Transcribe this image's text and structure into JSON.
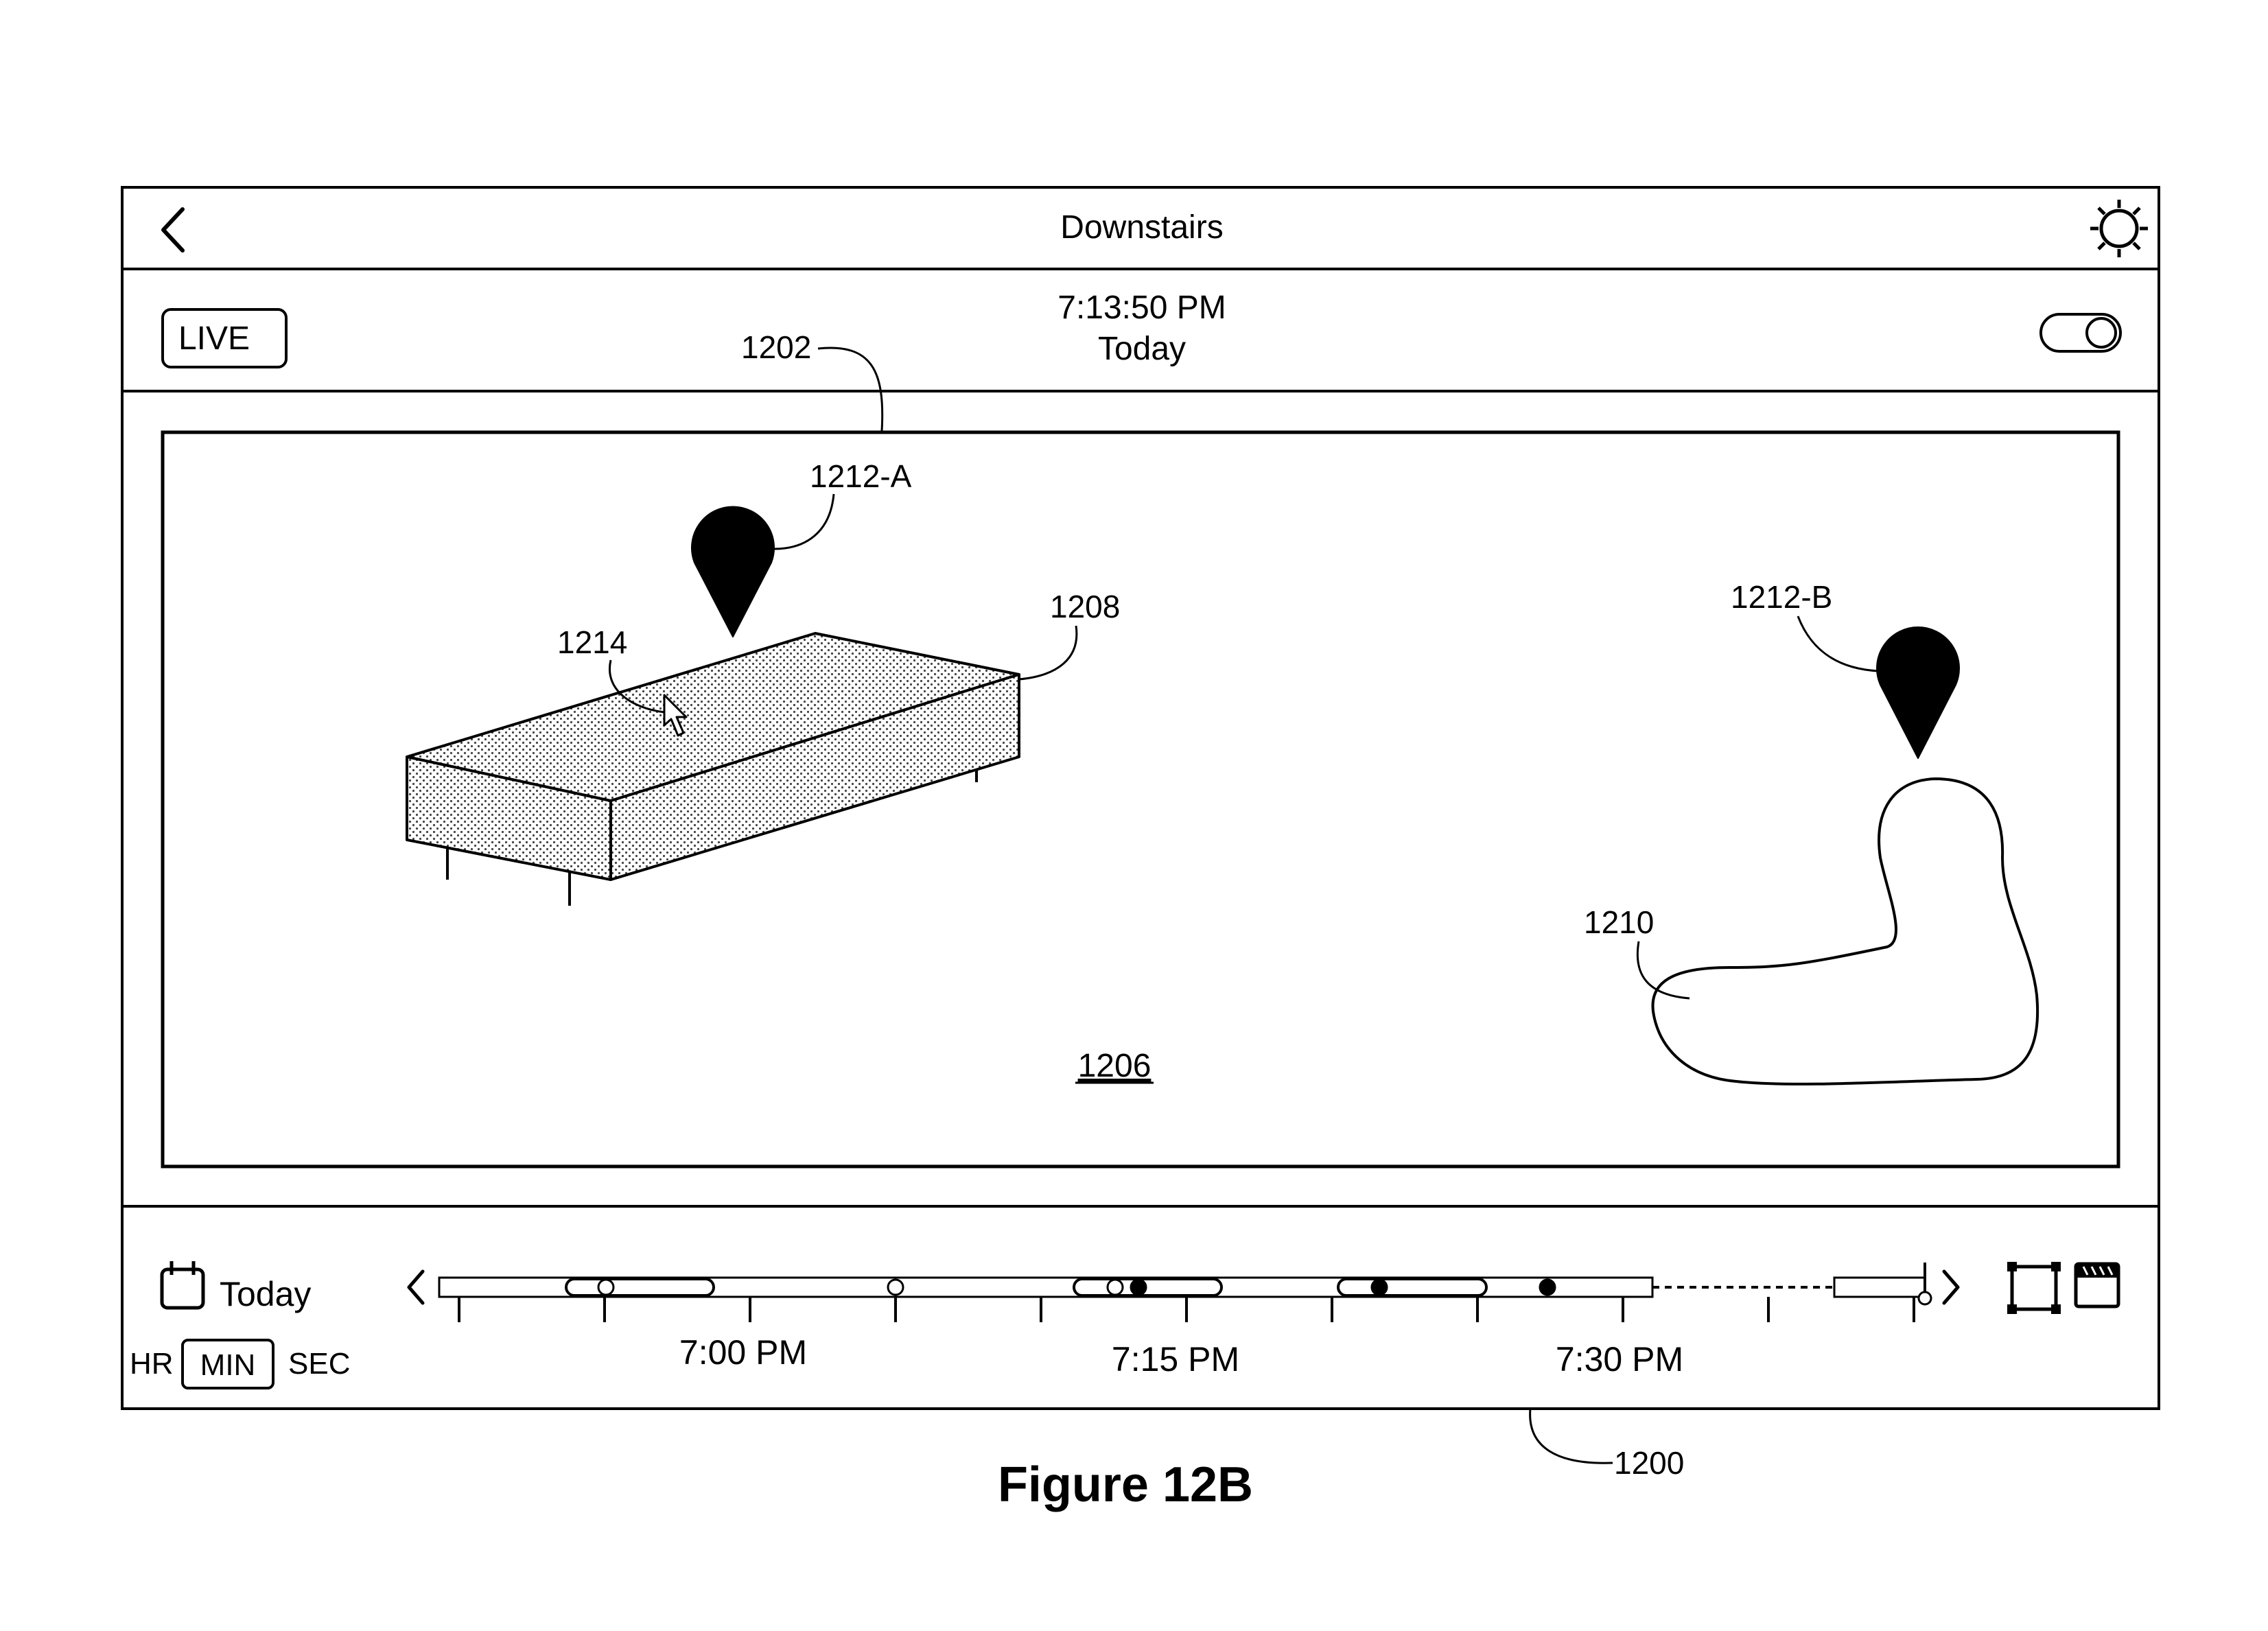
{
  "header": {
    "title": "Downstairs",
    "back_icon": "chevron-left-icon",
    "settings_icon": "gear-icon"
  },
  "status_bar": {
    "live_label": "LIVE",
    "time": "7:13:50 PM",
    "date": "Today",
    "toggle_state": "on"
  },
  "camera_view": {
    "label": "1206",
    "bed_label": "1208",
    "rug_label": "1210",
    "pin_a_label": "1212-A",
    "pin_b_label": "1212-B",
    "cursor_label": "1214",
    "view_ref_label": "1202"
  },
  "timeline": {
    "calendar_icon": "calendar-icon",
    "date_label": "Today",
    "scale_options": [
      "HR",
      "MIN",
      "SEC"
    ],
    "scale_selected": "MIN",
    "tick_labels": [
      "7:00 PM",
      "7:15 PM",
      "7:30 PM"
    ],
    "prev_icon": "chevron-left-icon",
    "next_icon": "chevron-right-icon",
    "crop_icon": "crop-icon",
    "clip_icon": "clapperboard-icon"
  },
  "figure": {
    "device_ref_label": "1200",
    "caption": "Figure 12B"
  }
}
